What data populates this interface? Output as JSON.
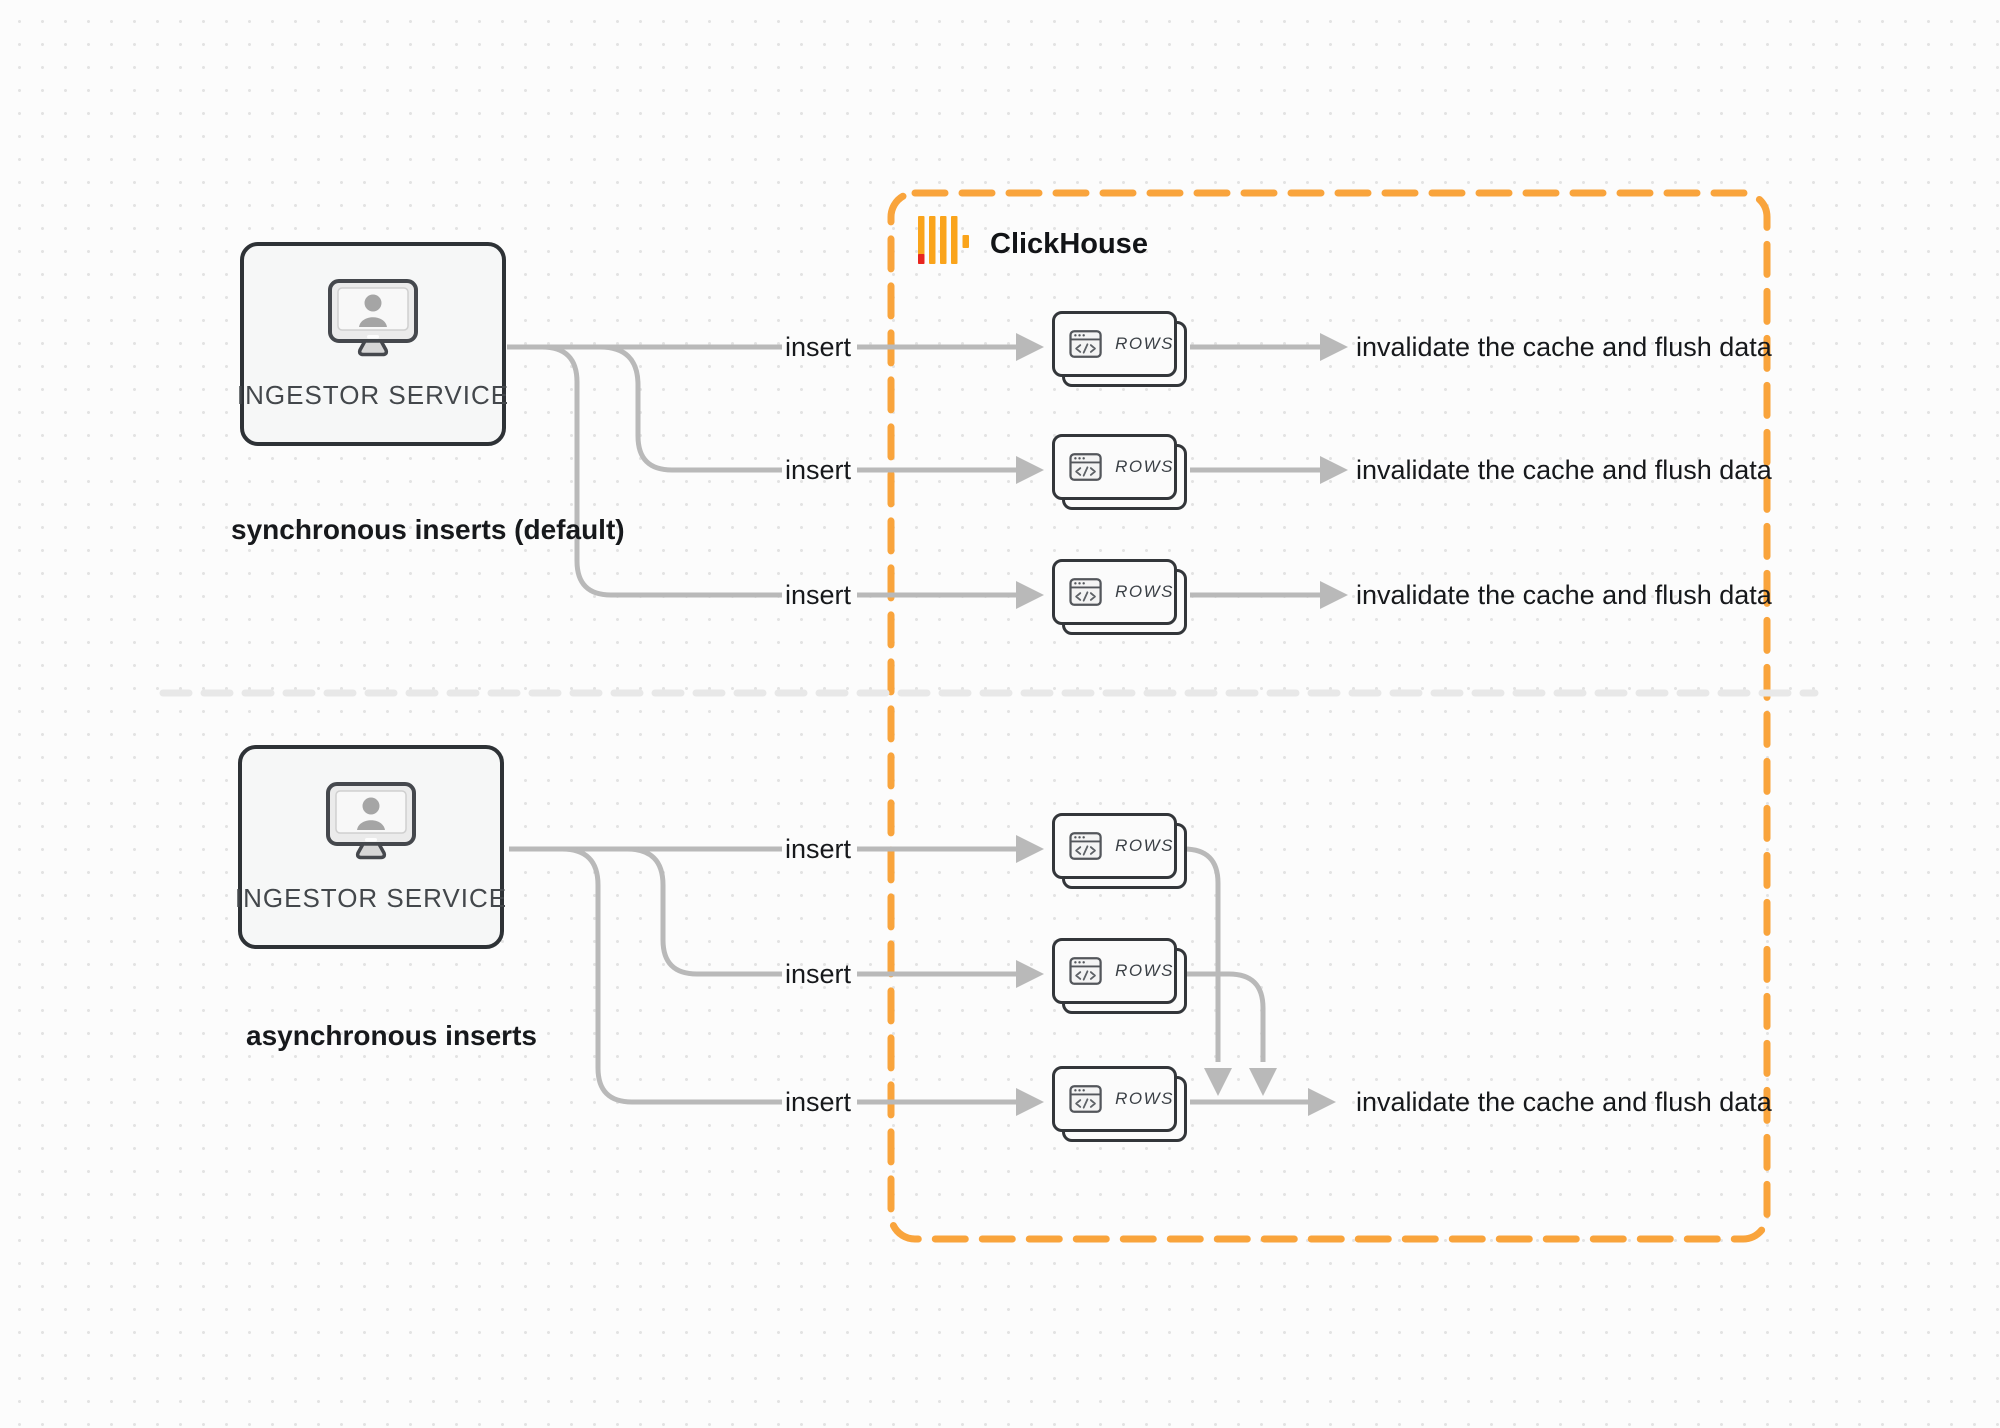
{
  "colors": {
    "background": "#fcfcfc",
    "grid_dot": "#e3e3e3",
    "line_gray": "#b9b9b9",
    "divider_gray": "#e8e8e8",
    "card_border": "#33363a",
    "card_fill": "#fbfbfb",
    "box_border": "#2e3236",
    "box_fill": "#f6f7f7",
    "accent_orange": "#f9a43c",
    "brand_yellow": "#faa41b",
    "brand_red": "#e8251f",
    "text_dark": "#17191c",
    "text_gray": "#43474b"
  },
  "clickhouse": {
    "name": "ClickHouse",
    "logo_icon": "clickhouse-bars-logo"
  },
  "ingestor": {
    "label": "INGESTOR SERVICE",
    "icon": "monitor-user-icon"
  },
  "rows_card": {
    "label": "ROWS",
    "icon": "code-window-icon"
  },
  "sections": {
    "sync": {
      "caption": "synchronous inserts (default)",
      "insert_labels": [
        "insert",
        "insert",
        "insert"
      ],
      "results": [
        "invalidate the cache and flush data",
        "invalidate the cache and flush data",
        "invalidate the cache and flush data"
      ]
    },
    "async": {
      "caption": "asynchronous inserts",
      "insert_labels": [
        "insert",
        "insert",
        "insert"
      ],
      "result": "invalidate the cache and flush data"
    }
  }
}
